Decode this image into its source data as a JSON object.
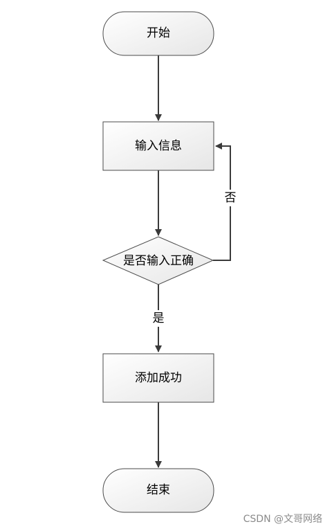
{
  "flowchart": {
    "start": "开始",
    "input": "输入信息",
    "decision": "是否输入正确",
    "no_label": "否",
    "yes_label": "是",
    "success": "添加成功",
    "end": "结束"
  },
  "watermark": "CSDN @文哥网络"
}
